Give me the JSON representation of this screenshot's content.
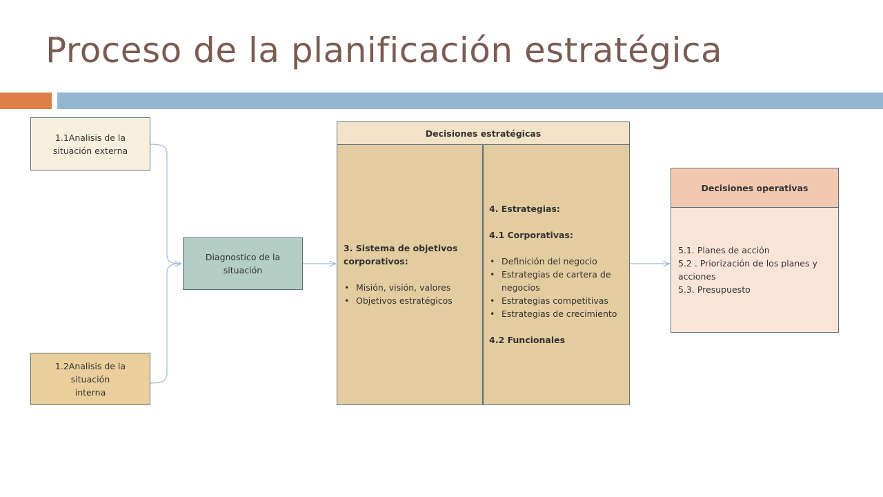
{
  "title": "Proceso de la planificación estratégica",
  "nodes": {
    "external": "1.1Analisis de la\nsituación externa",
    "internal": "1.2Analisis de la\nsituación\ninterna",
    "diagnostic": "Diagnostico de la\nsituación"
  },
  "strategic": {
    "header": "Decisiones estratégicas",
    "left": {
      "heading": "3. Sistema de objetivos corporativos:",
      "items": [
        "Misión, visión, valores",
        "Objetivos estratégicos"
      ]
    },
    "right": {
      "heading": "4. Estrategias:",
      "subheading": "4.1 Corporativas:",
      "items": [
        "Definición del negocio",
        "Estrategias de cartera de negocios",
        "Estrategias competitivas",
        "Estrategias de crecimiento"
      ],
      "footer": "4.2 Funcionales"
    }
  },
  "operative": {
    "header": "Decisiones operativas",
    "lines": [
      "5.1. Planes de acción",
      "5.2 . Priorización de los planes y acciones",
      "5.3. Presupuesto"
    ]
  },
  "colors": {
    "title": "#7a5c52",
    "accent_bar": "#dd8047",
    "main_bar": "#94b6d2",
    "connector": "#9bbad6"
  }
}
